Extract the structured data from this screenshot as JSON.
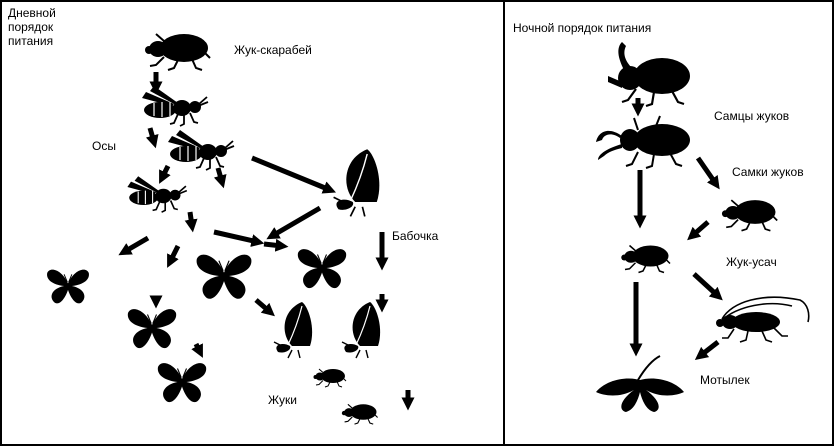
{
  "left_panel": {
    "title_lines": [
      "Дневной",
      "порядок",
      "питания"
    ],
    "labels": {
      "scarab": "Жук-скарабей",
      "wasps": "Осы",
      "butterfly": "Бабочка",
      "beetles": "Жуки"
    }
  },
  "right_panel": {
    "title": "Ночной порядок питания",
    "labels": {
      "male_beetles": "Самцы жуков",
      "female_beetles": "Самки жуков",
      "longhorn": "Жук-усач",
      "moth": "Мотылек"
    }
  },
  "colors": {
    "ink": "#000000",
    "background": "#ffffff"
  }
}
